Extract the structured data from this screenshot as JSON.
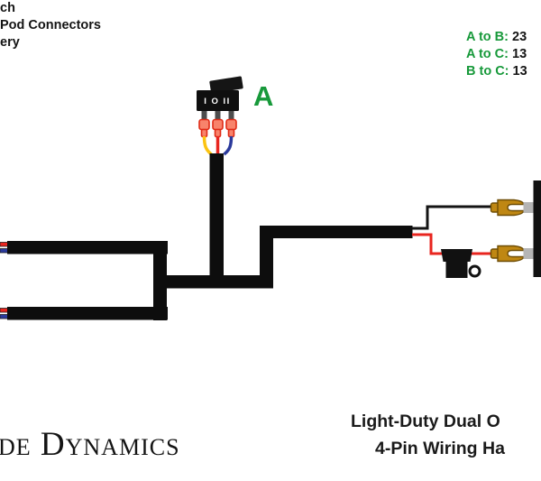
{
  "diagram": {
    "legend_left": {
      "lines": [
        "ch",
        "Pod Connectors",
        "ery"
      ]
    },
    "measurements": [
      {
        "label": "A to B:",
        "value": "23"
      },
      {
        "label": "A to C:",
        "value": "13"
      },
      {
        "label": "B to C:",
        "value": "13"
      }
    ],
    "switch": {
      "marking": "I O II",
      "point_label": "A"
    },
    "logo_text": "de Dynamics",
    "title": {
      "line1": "Light-Duty Dual O",
      "line2": "4-Pin Wiring Ha"
    },
    "colors": {
      "cable_black": "#0d0d0d",
      "accent_green": "#17993a",
      "wire_yellow": "#fbc311",
      "wire_red": "#e8251f",
      "wire_blue": "#2b3a9c",
      "crimp_salmon": "#f8836b",
      "crimp_border": "#e02b16",
      "terminal_brass": "#bf8713",
      "terminal_brass_border": "#6e4d05",
      "stud_gray": "#b5b5b5",
      "pin_gray": "#4d4d4d"
    }
  }
}
